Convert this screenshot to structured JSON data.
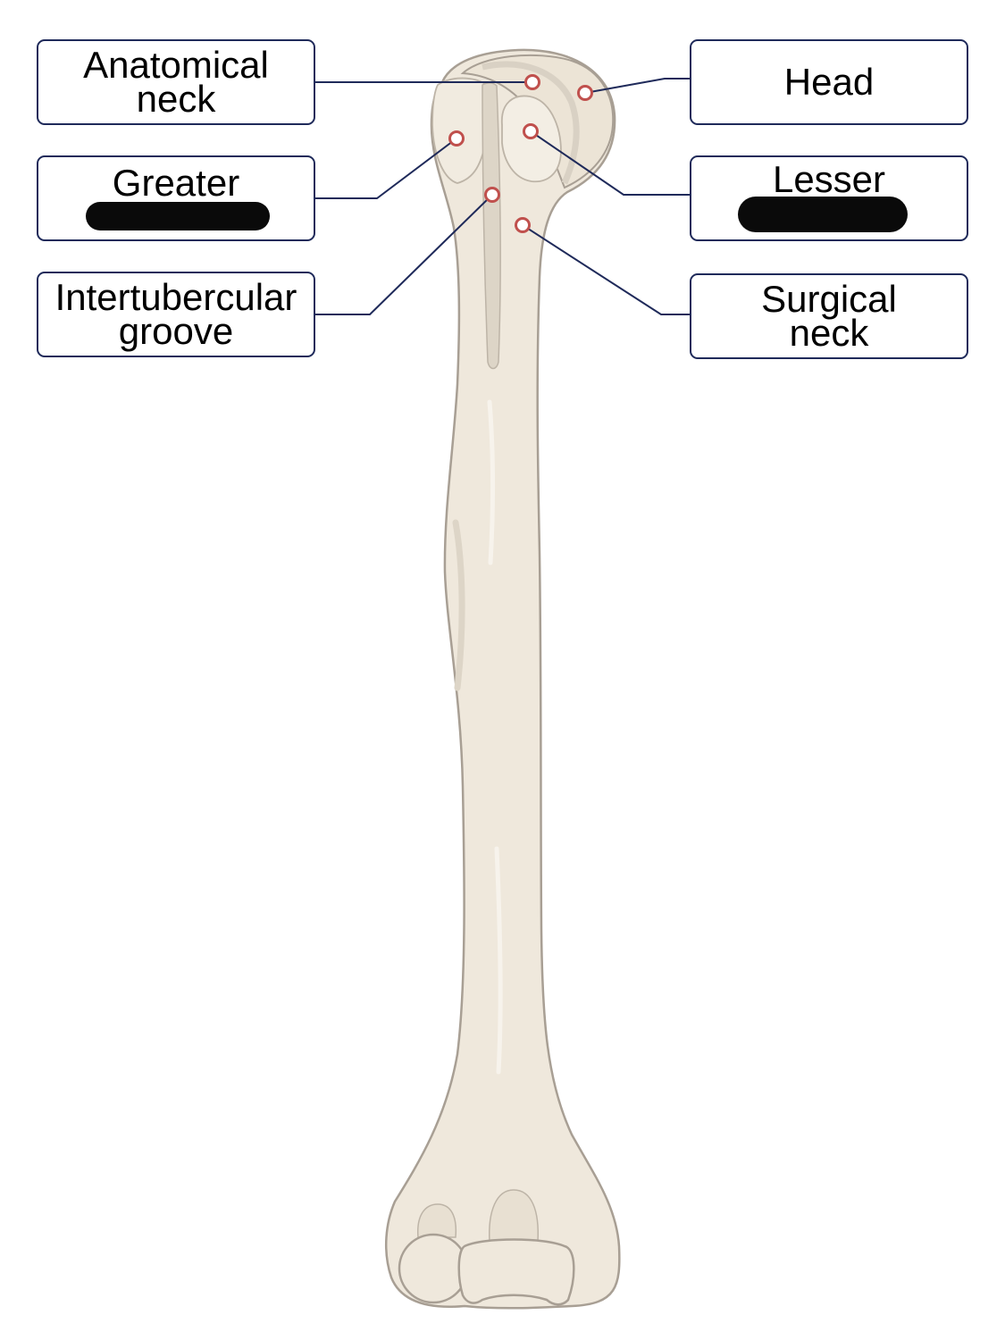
{
  "labels": {
    "anatomical_neck": {
      "line1": "Anatomical",
      "line2": "neck"
    },
    "greater": {
      "line1": "Greater",
      "line2": ""
    },
    "intertubercular": {
      "line1": "Intertubercular",
      "line2": "groove"
    },
    "head": {
      "line1": "Head"
    },
    "lesser": {
      "line1": "Lesser",
      "line2": ""
    },
    "surgical_neck": {
      "line1": "Surgical",
      "line2": "neck"
    }
  },
  "colors": {
    "bone_fill": "#efe8dc",
    "bone_outline": "#a89f94",
    "bone_shadow": "#d9d1c4",
    "leader_line": "#1f2a5a",
    "marker_ring": "#c0504d",
    "redaction": "#0a0a0a"
  }
}
